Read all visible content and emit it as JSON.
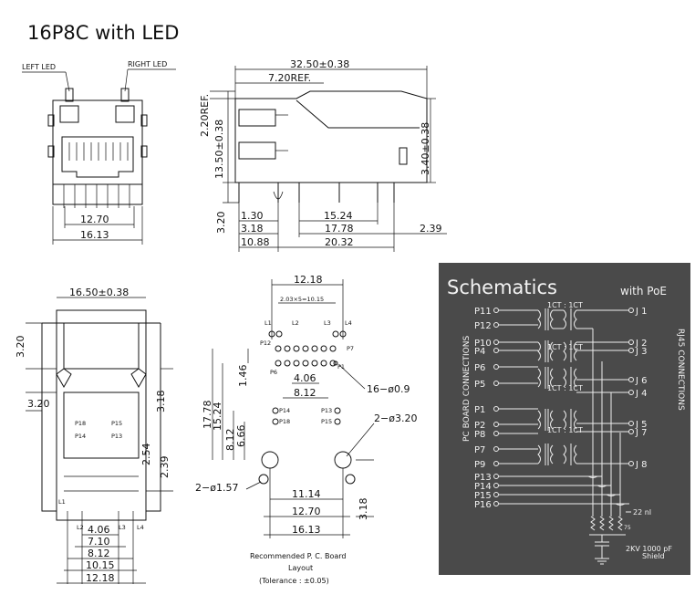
{
  "title": "16P8C with LED",
  "front_view": {
    "left_led": "LEFT LED",
    "right_led": "RIGHT LED",
    "dim_inner": "12.70",
    "dim_outer": "16.13"
  },
  "side_view": {
    "dim_length": "32.50±0.38",
    "dim_ref_top": "7.20REF.",
    "dim_ref_left": "2.20REF.",
    "dim_height": "13.50±0.38",
    "dim_right": "3.40±0.38",
    "dim_pin_depth": "3.20",
    "dim_a": "1.30",
    "dim_b": "15.24",
    "dim_c": "3.18",
    "dim_d": "17.78",
    "dim_e": "2.39",
    "dim_f": "10.88",
    "dim_g": "20.32"
  },
  "bottom_view": {
    "dim_width": "16.50±0.38",
    "dim_left_top": "3.20",
    "dim_left_mid": "3.20",
    "dim_right_a": "3.18",
    "dim_right_b": "2.54",
    "dim_right_c": "2.39",
    "pins": [
      "P18",
      "P15",
      "P14",
      "P13",
      "L2",
      "L3",
      "L1",
      "L4"
    ],
    "dims_bottom": [
      "4.06",
      "7.10",
      "8.12",
      "10.15",
      "12.18"
    ]
  },
  "pcb_layout": {
    "dim_top": "12.18",
    "dim_pitch": "2.03×5=10.15",
    "leds": [
      "L1",
      "L2",
      "L3",
      "L4"
    ],
    "pins": [
      "P12",
      "P7",
      "P6",
      "P1",
      "P14",
      "P18",
      "P13",
      "P15"
    ],
    "dim_vert_a": "17.78",
    "dim_vert_b": "15.24",
    "dim_vert_c": "1.46",
    "dim_vert_d": "8.12",
    "dim_vert_e": "6.66",
    "dim_mid_a": "4.06",
    "dim_mid_b": "8.12",
    "hole_a": "16−ø0.9",
    "hole_b": "2−ø3.20",
    "hole_c": "2−ø1.57",
    "dim_bot_a": "11.14",
    "dim_bot_b": "12.70",
    "dim_bot_c": "16.13",
    "dim_side": "3.18",
    "caption_1": "Recommended P. C. Board",
    "caption_2": "Layout",
    "caption_3": "(Tolerance : ±0.05)"
  },
  "schematic": {
    "title": "Schematics",
    "subtitle": "with PoE",
    "left_label": "PC BOARD CONNECTIONS",
    "right_label": "RJ45 CONNECTIONS",
    "pins": [
      "P11",
      "P12",
      "P10",
      "P4",
      "P6",
      "P5",
      "P1",
      "P2",
      "P8",
      "P7",
      "P9",
      "P13",
      "P14",
      "P15",
      "P16"
    ],
    "jacks": [
      "J 1",
      "J 2",
      "J 3",
      "J 6",
      "J 4",
      "J 5",
      "J 7",
      "J 8"
    ],
    "ratio": "1CT : 1CT",
    "inductor": "22 nI",
    "cap": "2KV 1000 pF",
    "shield": "Shield",
    "resistor": "75"
  },
  "colors": {
    "line": "#111111",
    "schematic_bg": "#4a4a4a",
    "schematic_fg": "#f2f2f2"
  }
}
